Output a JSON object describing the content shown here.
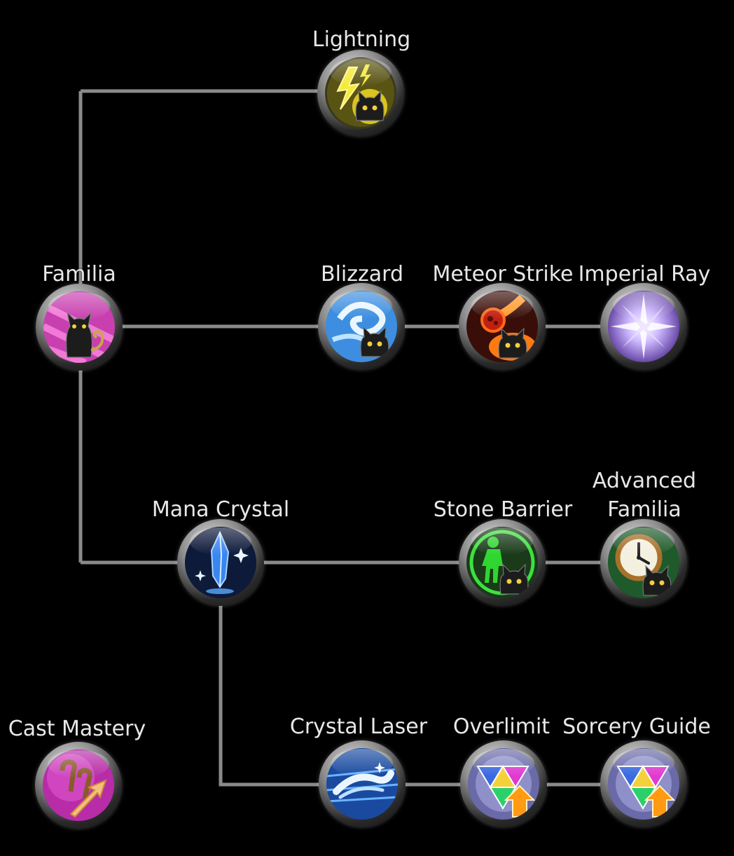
{
  "skills": {
    "lightning": "Lightning",
    "familia": "Familia",
    "blizzard": "Blizzard",
    "meteor_strike": "Meteor Strike",
    "imperial_ray": "Imperial Ray",
    "mana_crystal": "Mana Crystal",
    "stone_barrier": "Stone Barrier",
    "advanced_familia": "Advanced\nFamilia",
    "cast_mastery": "Cast Mastery",
    "crystal_laser": "Crystal Laser",
    "overlimit": "Overlimit",
    "sorcery_guide": "Sorcery Guide"
  },
  "icons": {
    "lightning": "lightning-cat-icon",
    "familia": "black-cat-icon",
    "blizzard": "blizzard-cat-icon",
    "meteor_strike": "meteor-cat-icon",
    "imperial_ray": "light-burst-icon",
    "mana_crystal": "blue-crystal-icon",
    "stone_barrier": "stone-barrier-cat-icon",
    "advanced_familia": "clock-cat-icon",
    "cast_mastery": "magic-staff-arrow-icon",
    "crystal_laser": "crystal-laser-icon",
    "overlimit": "triangle-up-arrow-icon",
    "sorcery_guide": "triangle-up-arrow-icon"
  },
  "colors": {
    "background": "#000000",
    "connector": "#8a8a8a",
    "label": "#e8e8e8"
  }
}
